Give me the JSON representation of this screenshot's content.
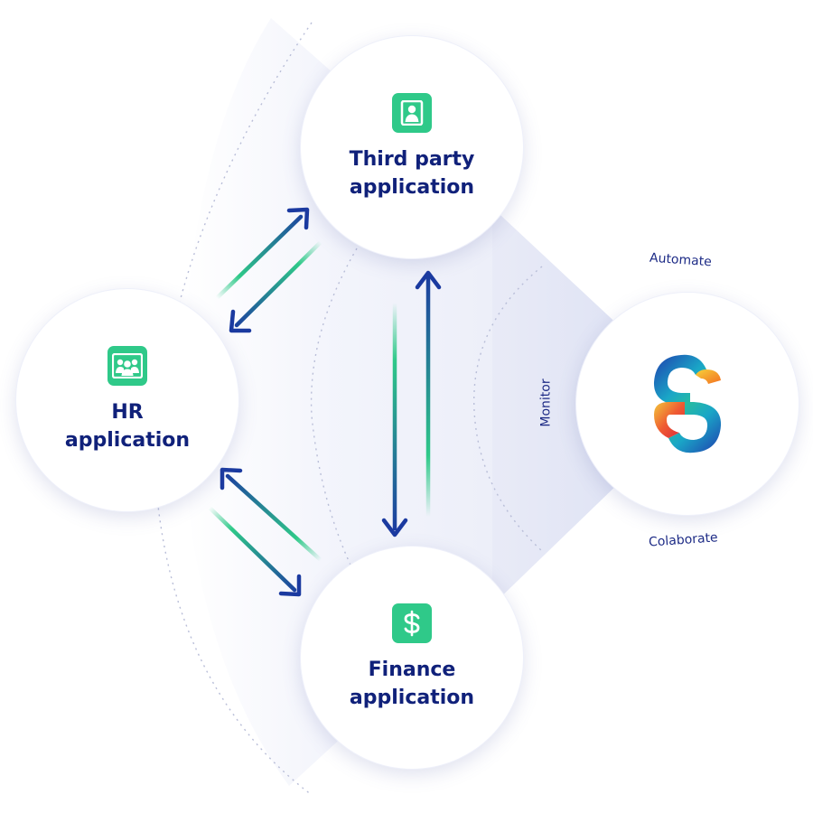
{
  "nodes": {
    "third_party": {
      "label_line1": "Third party",
      "label_line2": "application",
      "icon": "user-icon"
    },
    "hr": {
      "label_line1": "HR",
      "label_line2": "application",
      "icon": "users-group-icon"
    },
    "finance": {
      "label_line1": "Finance",
      "label_line2": "application",
      "icon": "dollar-icon"
    },
    "hub": {
      "icon": "logo-s-icon"
    }
  },
  "labels": {
    "automate": "Automate",
    "monitor": "Monitor",
    "colaborate": "Colaborate"
  },
  "colors": {
    "navy": "#10217a",
    "green": "#2fc989",
    "arrow_blue": "#1b3aa0",
    "backdrop": "#e4e7f5"
  }
}
